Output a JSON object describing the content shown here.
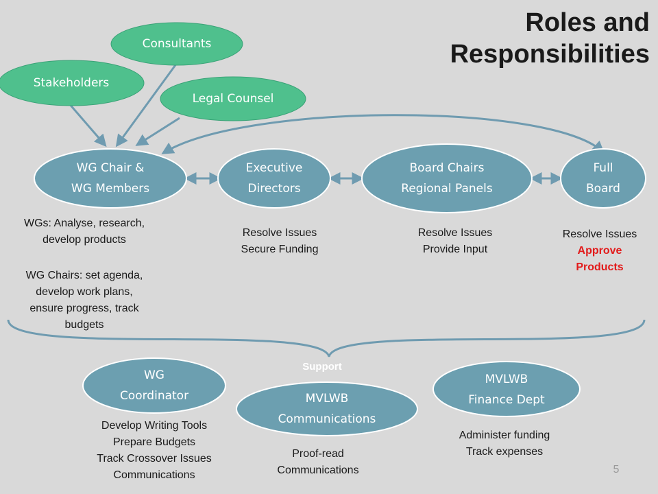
{
  "title": {
    "line1": "Roles and",
    "line2": "Responsibilities"
  },
  "colors": {
    "green": "#4fc08d",
    "blue_node": "#6c9fb0",
    "connector": "#6f9bb0",
    "highlight": "#e21b1b",
    "background": "#d9d9d9"
  },
  "advisors": [
    {
      "label": "Consultants"
    },
    {
      "label": "Stakeholders"
    },
    {
      "label": "Legal Counsel"
    }
  ],
  "chain": [
    {
      "line1": "WG Chair &",
      "line2": "WG Members"
    },
    {
      "line1": "Executive",
      "line2": "Directors"
    },
    {
      "line1": "Board Chairs",
      "line2": "Regional Panels"
    },
    {
      "line1": "Full",
      "line2": "Board"
    }
  ],
  "descriptions": {
    "wg_members": [
      "WGs: Analyse, research,",
      "develop products"
    ],
    "wg_chairs": [
      "WG Chairs: set agenda,",
      "develop work plans,",
      "ensure progress, track",
      "budgets"
    ],
    "executive": [
      "Resolve Issues",
      "Secure Funding"
    ],
    "board_chairs": [
      "Resolve Issues",
      "Provide Input"
    ],
    "full_board": [
      "Resolve Issues",
      "Approve",
      "Products"
    ]
  },
  "support_label": "Support",
  "support_nodes": [
    {
      "line1": "WG",
      "line2": "Coordinator",
      "tasks": [
        "Develop Writing Tools",
        "Prepare Budgets",
        "Track Crossover Issues",
        "Communications"
      ]
    },
    {
      "line1": "MVLWB",
      "line2": "Communications",
      "tasks": [
        "Proof-read",
        "Communications"
      ]
    },
    {
      "line1": "MVLWB",
      "line2": "Finance Dept",
      "tasks": [
        "Administer funding",
        "Track expenses"
      ]
    }
  ],
  "page_number": "5"
}
